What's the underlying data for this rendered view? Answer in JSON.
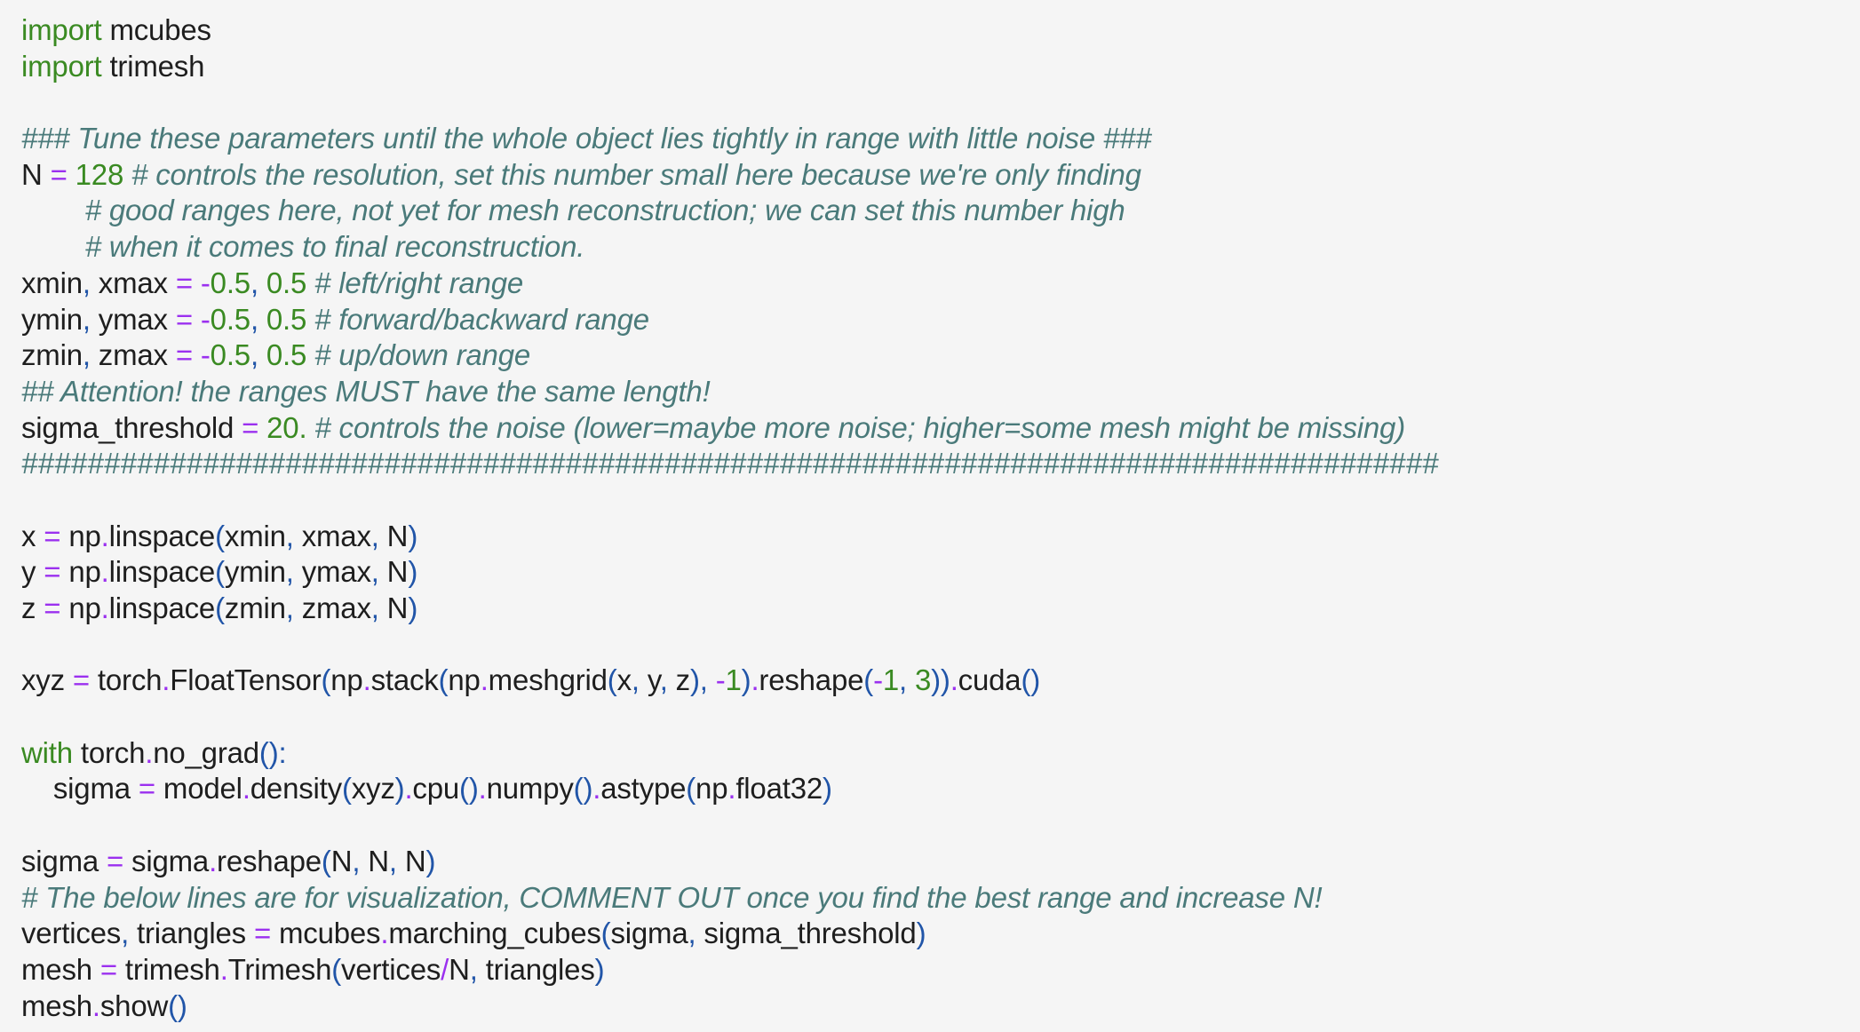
{
  "editor": {
    "language": "python",
    "lines": [
      {
        "tokens": [
          {
            "t": "kw",
            "v": "import"
          },
          {
            "t": "id",
            "v": " mcubes"
          }
        ]
      },
      {
        "tokens": [
          {
            "t": "kw",
            "v": "import"
          },
          {
            "t": "id",
            "v": " trimesh"
          }
        ]
      },
      {
        "tokens": []
      },
      {
        "tokens": [
          {
            "t": "cm",
            "v": "### Tune these parameters until the whole object lies tightly in range with little noise ###"
          }
        ]
      },
      {
        "tokens": [
          {
            "t": "id",
            "v": "N "
          },
          {
            "t": "op",
            "v": "="
          },
          {
            "t": "id",
            "v": " "
          },
          {
            "t": "num",
            "v": "128"
          },
          {
            "t": "id",
            "v": " "
          },
          {
            "t": "cm",
            "v": "# controls the resolution, set this number small here because we're only finding"
          }
        ]
      },
      {
        "tokens": [
          {
            "t": "id",
            "v": "        "
          },
          {
            "t": "cm",
            "v": "# good ranges here, not yet for mesh reconstruction; we can set this number high"
          }
        ]
      },
      {
        "tokens": [
          {
            "t": "id",
            "v": "        "
          },
          {
            "t": "cm",
            "v": "# when it comes to final reconstruction."
          }
        ]
      },
      {
        "tokens": [
          {
            "t": "id",
            "v": "xmin"
          },
          {
            "t": "punc",
            "v": ","
          },
          {
            "t": "id",
            "v": " xmax "
          },
          {
            "t": "op",
            "v": "="
          },
          {
            "t": "id",
            "v": " "
          },
          {
            "t": "op",
            "v": "-"
          },
          {
            "t": "num",
            "v": "0.5"
          },
          {
            "t": "punc",
            "v": ","
          },
          {
            "t": "id",
            "v": " "
          },
          {
            "t": "num",
            "v": "0.5"
          },
          {
            "t": "id",
            "v": " "
          },
          {
            "t": "cm",
            "v": "# left/right range"
          }
        ]
      },
      {
        "tokens": [
          {
            "t": "id",
            "v": "ymin"
          },
          {
            "t": "punc",
            "v": ","
          },
          {
            "t": "id",
            "v": " ymax "
          },
          {
            "t": "op",
            "v": "="
          },
          {
            "t": "id",
            "v": " "
          },
          {
            "t": "op",
            "v": "-"
          },
          {
            "t": "num",
            "v": "0.5"
          },
          {
            "t": "punc",
            "v": ","
          },
          {
            "t": "id",
            "v": " "
          },
          {
            "t": "num",
            "v": "0.5"
          },
          {
            "t": "id",
            "v": " "
          },
          {
            "t": "cm",
            "v": "# forward/backward range"
          }
        ]
      },
      {
        "tokens": [
          {
            "t": "id",
            "v": "zmin"
          },
          {
            "t": "punc",
            "v": ","
          },
          {
            "t": "id",
            "v": " zmax "
          },
          {
            "t": "op",
            "v": "="
          },
          {
            "t": "id",
            "v": " "
          },
          {
            "t": "op",
            "v": "-"
          },
          {
            "t": "num",
            "v": "0.5"
          },
          {
            "t": "punc",
            "v": ","
          },
          {
            "t": "id",
            "v": " "
          },
          {
            "t": "num",
            "v": "0.5"
          },
          {
            "t": "id",
            "v": " "
          },
          {
            "t": "cm",
            "v": "# up/down range"
          }
        ]
      },
      {
        "tokens": [
          {
            "t": "cm",
            "v": "## Attention! the ranges MUST have the same length!"
          }
        ]
      },
      {
        "tokens": [
          {
            "t": "id",
            "v": "sigma_threshold "
          },
          {
            "t": "op",
            "v": "="
          },
          {
            "t": "id",
            "v": " "
          },
          {
            "t": "num",
            "v": "20."
          },
          {
            "t": "id",
            "v": " "
          },
          {
            "t": "cm",
            "v": "# controls the noise (lower=maybe more noise; higher=some mesh might be missing)"
          }
        ]
      },
      {
        "tokens": [
          {
            "t": "sep",
            "v": "######################################################################################"
          }
        ]
      },
      {
        "tokens": []
      },
      {
        "tokens": [
          {
            "t": "id",
            "v": "x "
          },
          {
            "t": "op",
            "v": "="
          },
          {
            "t": "id",
            "v": " np"
          },
          {
            "t": "op",
            "v": "."
          },
          {
            "t": "id",
            "v": "linspace"
          },
          {
            "t": "punc",
            "v": "("
          },
          {
            "t": "id",
            "v": "xmin"
          },
          {
            "t": "punc",
            "v": ","
          },
          {
            "t": "id",
            "v": " xmax"
          },
          {
            "t": "punc",
            "v": ","
          },
          {
            "t": "id",
            "v": " N"
          },
          {
            "t": "punc",
            "v": ")"
          }
        ]
      },
      {
        "tokens": [
          {
            "t": "id",
            "v": "y "
          },
          {
            "t": "op",
            "v": "="
          },
          {
            "t": "id",
            "v": " np"
          },
          {
            "t": "op",
            "v": "."
          },
          {
            "t": "id",
            "v": "linspace"
          },
          {
            "t": "punc",
            "v": "("
          },
          {
            "t": "id",
            "v": "ymin"
          },
          {
            "t": "punc",
            "v": ","
          },
          {
            "t": "id",
            "v": " ymax"
          },
          {
            "t": "punc",
            "v": ","
          },
          {
            "t": "id",
            "v": " N"
          },
          {
            "t": "punc",
            "v": ")"
          }
        ]
      },
      {
        "tokens": [
          {
            "t": "id",
            "v": "z "
          },
          {
            "t": "op",
            "v": "="
          },
          {
            "t": "id",
            "v": " np"
          },
          {
            "t": "op",
            "v": "."
          },
          {
            "t": "id",
            "v": "linspace"
          },
          {
            "t": "punc",
            "v": "("
          },
          {
            "t": "id",
            "v": "zmin"
          },
          {
            "t": "punc",
            "v": ","
          },
          {
            "t": "id",
            "v": " zmax"
          },
          {
            "t": "punc",
            "v": ","
          },
          {
            "t": "id",
            "v": " N"
          },
          {
            "t": "punc",
            "v": ")"
          }
        ]
      },
      {
        "tokens": []
      },
      {
        "tokens": [
          {
            "t": "id",
            "v": "xyz "
          },
          {
            "t": "op",
            "v": "="
          },
          {
            "t": "id",
            "v": " torch"
          },
          {
            "t": "op",
            "v": "."
          },
          {
            "t": "id",
            "v": "FloatTensor"
          },
          {
            "t": "punc",
            "v": "("
          },
          {
            "t": "id",
            "v": "np"
          },
          {
            "t": "op",
            "v": "."
          },
          {
            "t": "id",
            "v": "stack"
          },
          {
            "t": "punc",
            "v": "("
          },
          {
            "t": "id",
            "v": "np"
          },
          {
            "t": "op",
            "v": "."
          },
          {
            "t": "id",
            "v": "meshgrid"
          },
          {
            "t": "punc",
            "v": "("
          },
          {
            "t": "id",
            "v": "x"
          },
          {
            "t": "punc",
            "v": ","
          },
          {
            "t": "id",
            "v": " y"
          },
          {
            "t": "punc",
            "v": ","
          },
          {
            "t": "id",
            "v": " z"
          },
          {
            "t": "punc",
            "v": "),"
          },
          {
            "t": "id",
            "v": " "
          },
          {
            "t": "op",
            "v": "-"
          },
          {
            "t": "num",
            "v": "1"
          },
          {
            "t": "punc",
            "v": ")"
          },
          {
            "t": "op",
            "v": "."
          },
          {
            "t": "id",
            "v": "reshape"
          },
          {
            "t": "punc",
            "v": "("
          },
          {
            "t": "op",
            "v": "-"
          },
          {
            "t": "num",
            "v": "1"
          },
          {
            "t": "punc",
            "v": ","
          },
          {
            "t": "id",
            "v": " "
          },
          {
            "t": "num",
            "v": "3"
          },
          {
            "t": "punc",
            "v": "))"
          },
          {
            "t": "op",
            "v": "."
          },
          {
            "t": "id",
            "v": "cuda"
          },
          {
            "t": "punc",
            "v": "()"
          }
        ]
      },
      {
        "tokens": []
      },
      {
        "tokens": [
          {
            "t": "kw",
            "v": "with"
          },
          {
            "t": "id",
            "v": " torch"
          },
          {
            "t": "op",
            "v": "."
          },
          {
            "t": "id",
            "v": "no_grad"
          },
          {
            "t": "punc",
            "v": "():"
          }
        ]
      },
      {
        "tokens": [
          {
            "t": "id",
            "v": "    sigma "
          },
          {
            "t": "op",
            "v": "="
          },
          {
            "t": "id",
            "v": " model"
          },
          {
            "t": "op",
            "v": "."
          },
          {
            "t": "id",
            "v": "density"
          },
          {
            "t": "punc",
            "v": "("
          },
          {
            "t": "id",
            "v": "xyz"
          },
          {
            "t": "punc",
            "v": ")"
          },
          {
            "t": "op",
            "v": "."
          },
          {
            "t": "id",
            "v": "cpu"
          },
          {
            "t": "punc",
            "v": "()"
          },
          {
            "t": "op",
            "v": "."
          },
          {
            "t": "id",
            "v": "numpy"
          },
          {
            "t": "punc",
            "v": "()"
          },
          {
            "t": "op",
            "v": "."
          },
          {
            "t": "id",
            "v": "astype"
          },
          {
            "t": "punc",
            "v": "("
          },
          {
            "t": "id",
            "v": "np"
          },
          {
            "t": "op",
            "v": "."
          },
          {
            "t": "id",
            "v": "float32"
          },
          {
            "t": "punc",
            "v": ")"
          }
        ]
      },
      {
        "tokens": []
      },
      {
        "tokens": [
          {
            "t": "id",
            "v": "sigma "
          },
          {
            "t": "op",
            "v": "="
          },
          {
            "t": "id",
            "v": " sigma"
          },
          {
            "t": "op",
            "v": "."
          },
          {
            "t": "id",
            "v": "reshape"
          },
          {
            "t": "punc",
            "v": "("
          },
          {
            "t": "id",
            "v": "N"
          },
          {
            "t": "punc",
            "v": ","
          },
          {
            "t": "id",
            "v": " N"
          },
          {
            "t": "punc",
            "v": ","
          },
          {
            "t": "id",
            "v": " N"
          },
          {
            "t": "punc",
            "v": ")"
          }
        ]
      },
      {
        "tokens": [
          {
            "t": "cm",
            "v": "# The below lines are for visualization, COMMENT OUT once you find the best range and increase N!"
          }
        ]
      },
      {
        "tokens": [
          {
            "t": "id",
            "v": "vertices"
          },
          {
            "t": "punc",
            "v": ","
          },
          {
            "t": "id",
            "v": " triangles "
          },
          {
            "t": "op",
            "v": "="
          },
          {
            "t": "id",
            "v": " mcubes"
          },
          {
            "t": "op",
            "v": "."
          },
          {
            "t": "id",
            "v": "marching_cubes"
          },
          {
            "t": "punc",
            "v": "("
          },
          {
            "t": "id",
            "v": "sigma"
          },
          {
            "t": "punc",
            "v": ","
          },
          {
            "t": "id",
            "v": " sigma_threshold"
          },
          {
            "t": "punc",
            "v": ")"
          }
        ]
      },
      {
        "tokens": [
          {
            "t": "id",
            "v": "mesh "
          },
          {
            "t": "op",
            "v": "="
          },
          {
            "t": "id",
            "v": " trimesh"
          },
          {
            "t": "op",
            "v": "."
          },
          {
            "t": "id",
            "v": "Trimesh"
          },
          {
            "t": "punc",
            "v": "("
          },
          {
            "t": "id",
            "v": "vertices"
          },
          {
            "t": "op",
            "v": "/"
          },
          {
            "t": "id",
            "v": "N"
          },
          {
            "t": "punc",
            "v": ","
          },
          {
            "t": "id",
            "v": " triangles"
          },
          {
            "t": "punc",
            "v": ")"
          }
        ]
      },
      {
        "tokens": [
          {
            "t": "id",
            "v": "mesh"
          },
          {
            "t": "op",
            "v": "."
          },
          {
            "t": "id",
            "v": "show"
          },
          {
            "t": "punc",
            "v": "()"
          }
        ]
      }
    ]
  },
  "colors": {
    "background": "#f5f5f5",
    "keyword": "#3a8a22",
    "number": "#3a8a22",
    "operator": "#9b30ef",
    "punctuation": "#2155a8",
    "comment": "#4a7a7a",
    "identifier": "#1e1e1e"
  }
}
